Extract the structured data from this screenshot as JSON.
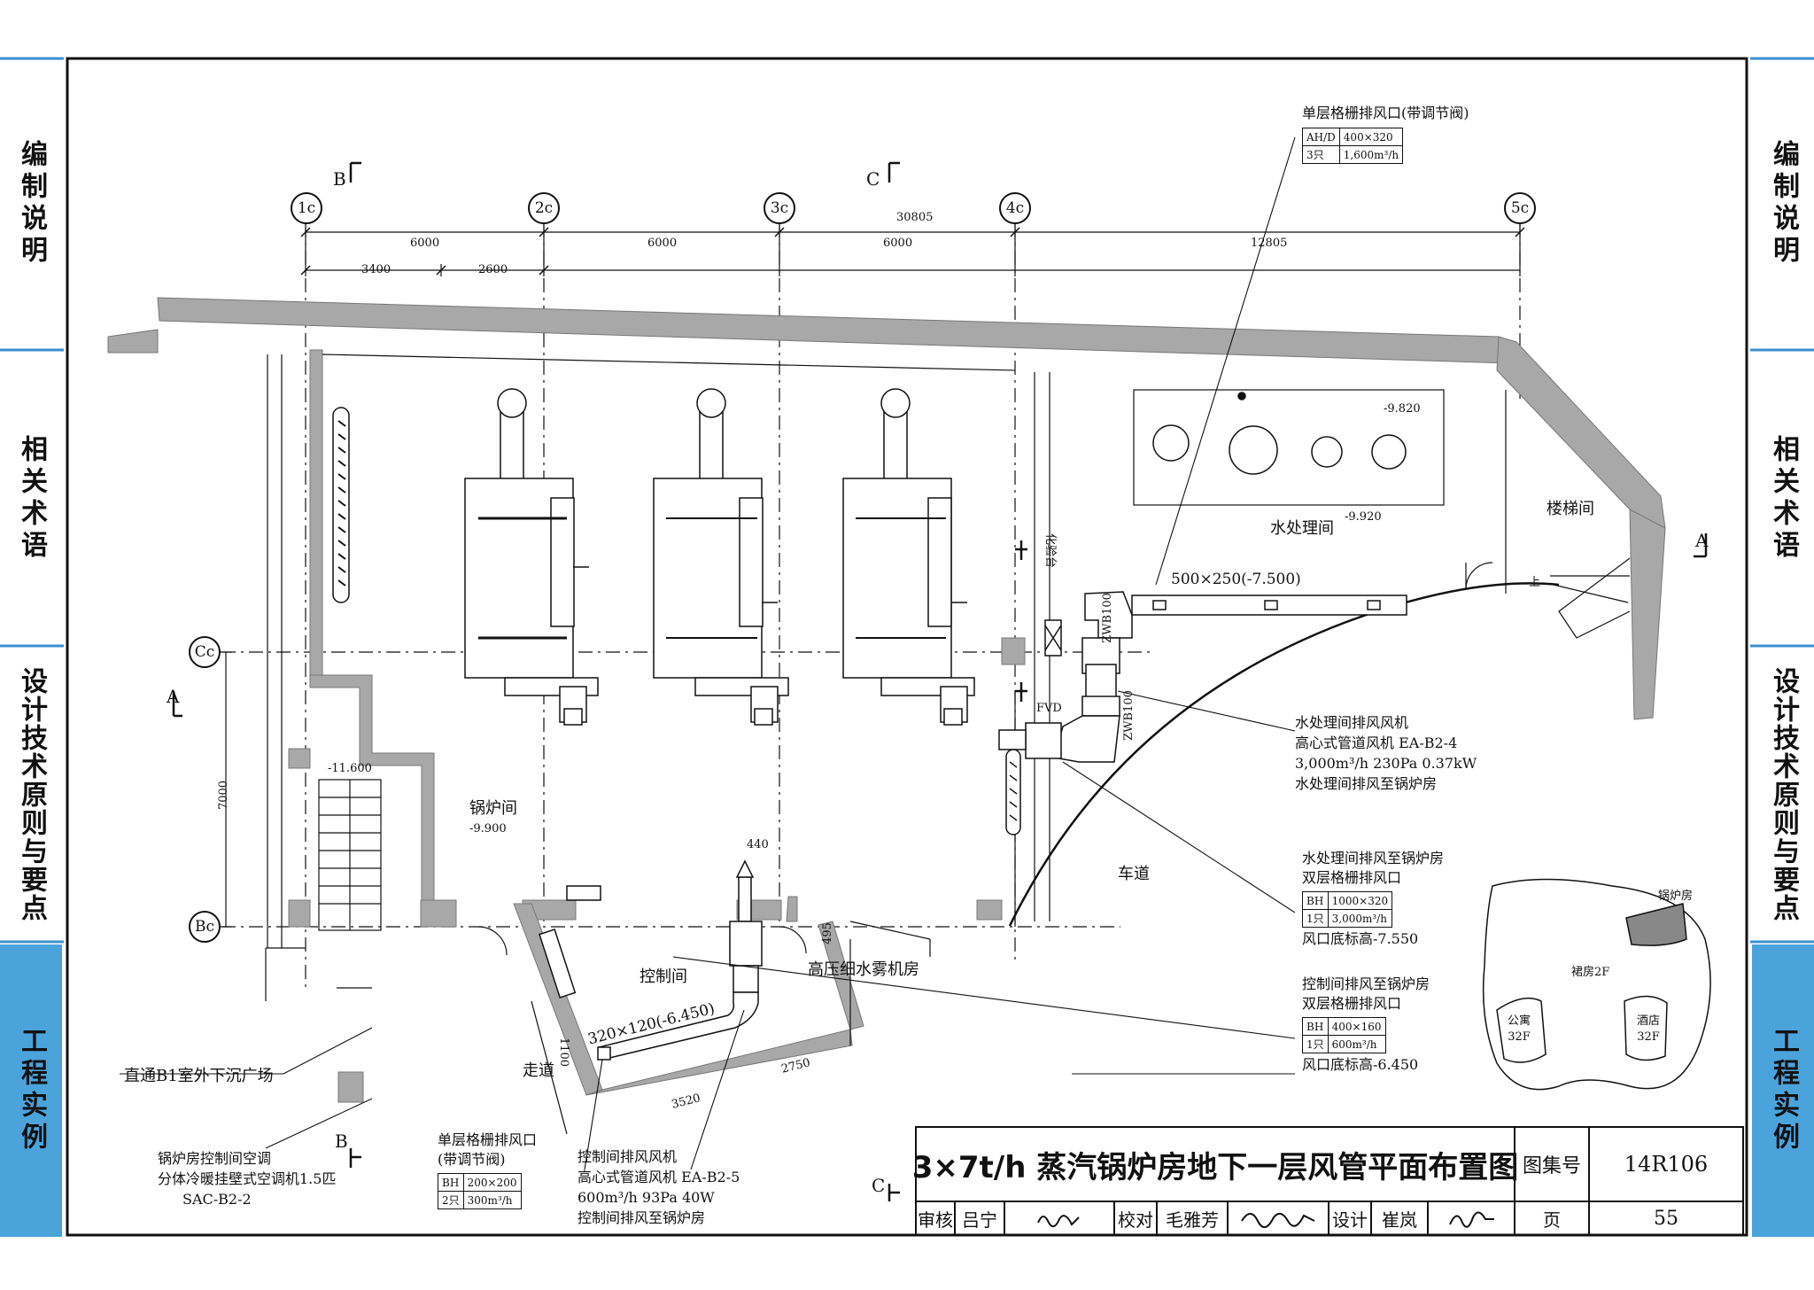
{
  "sidebar": {
    "left": [
      "编制说明",
      "相关术语",
      "设计技术原则与要点",
      "工程实例"
    ],
    "right": [
      "编制说明",
      "相关术语",
      "设计技术原则与要点",
      "工程实例"
    ]
  },
  "axes": {
    "columns": [
      "1c",
      "2c",
      "3c",
      "4c",
      "5c"
    ],
    "rows": [
      "Cc",
      "Bc"
    ]
  },
  "dimensions": {
    "total": "30805",
    "spans": [
      "6000",
      "6000",
      "6000",
      "12805"
    ],
    "sub_spans": [
      "3400",
      "2600"
    ],
    "row_span": "7000",
    "d440": "440",
    "d495": "495",
    "d1100": "1100",
    "d2750": "2750",
    "d3520": "3520"
  },
  "section_marks": {
    "b_top": "B",
    "c_top": "C",
    "a_left": "A",
    "a_right": "A",
    "b_bottom": "B",
    "c_bottom": "C"
  },
  "rooms": {
    "boiler_room": "锅炉间",
    "boiler_level": "-9.900",
    "water_room": "水处理间",
    "water_level": "-9.920",
    "water_level2": "-9.820",
    "stair": "楼梯间",
    "stair_up": "上",
    "control": "控制间",
    "mist": "高压细水雾机房",
    "corridor": "走道",
    "driveway": "车道",
    "lab": "化验台",
    "level_116": "-11.600"
  },
  "ducts": {
    "duct_500": "500×250(-7.500)",
    "duct_320": "320×120(-6.450)",
    "zwb_1": "ZWB100",
    "zwb_2": "ZWB100",
    "fvd": "FVD"
  },
  "notes": {
    "grille_top_title": "单层格栅排风口(带调节阀)",
    "grille_top_rows": [
      [
        "AH/D",
        "400×320"
      ],
      [
        "3只",
        "1,600m³/h"
      ]
    ],
    "fan_water": [
      "水处理间排风风机",
      "高心式管道风机 EA-B2-4",
      "3,000m³/h 230Pa 0.37kW",
      "水处理间排风至锅炉房"
    ],
    "grille_water_title": [
      "水处理间排风至锅炉房",
      "双层格栅排风口"
    ],
    "grille_water_rows": [
      [
        "BH",
        "1000×320"
      ],
      [
        "1只",
        "3,000m³/h"
      ]
    ],
    "grille_water_bottom": "风口底标高-7.550",
    "grille_ctrl_title": [
      "控制间排风至锅炉房",
      "双层格栅排风口"
    ],
    "grille_ctrl_rows": [
      [
        "BH",
        "400×160"
      ],
      [
        "1只",
        "600m³/h"
      ]
    ],
    "grille_ctrl_bottom": "风口底标高-6.450",
    "plaza": "直通B1室外下沉广场",
    "ac_unit": [
      "锅炉房控制间空调",
      "分体冷暖挂壁式空调机1.5匹",
      "SAC-B2-2"
    ],
    "grille_bottom_title": [
      "单层格栅排风口",
      "(带调节阀)"
    ],
    "grille_bottom_rows": [
      [
        "BH",
        "200×200"
      ],
      [
        "2只",
        "300m³/h"
      ]
    ],
    "fan_ctrl": [
      "控制间排风风机",
      "高心式管道风机 EA-B2-5",
      "600m³/h 93Pa 40W",
      "控制间排风至锅炉房"
    ]
  },
  "keymap": {
    "boiler": "锅炉房",
    "podium": "裙房2F",
    "apartment": [
      "公寓",
      "32F"
    ],
    "hotel": [
      "酒店",
      "32F"
    ]
  },
  "title_block": {
    "title": "3×7t/h 蒸汽锅炉房地下一层风管平面布置图",
    "atlas_label": "图集号",
    "atlas_no": "14R106",
    "review_label": "审核",
    "reviewer": "吕宁",
    "check_label": "校对",
    "checker": "毛雅芳",
    "design_label": "设计",
    "designer": "崔岚",
    "page_label": "页",
    "page_no": "55"
  },
  "colors": {
    "side_blue": "#4ba3dc",
    "side_line": "#3a8fd0",
    "wall_gray": "#a8a8a8",
    "line": "#111111"
  }
}
